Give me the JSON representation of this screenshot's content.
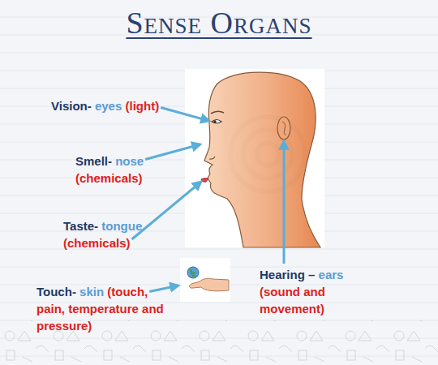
{
  "diagram": {
    "title": "Sense Organs",
    "labels": [
      "Vision-",
      "eyes",
      "(light)",
      "Smell-",
      "nose",
      "(chemicals)",
      "Taste-",
      "tongue",
      "(chemicals)",
      "Touch-",
      "skin",
      "(touch, pain, temperature and pressure)",
      "Hearing –",
      "ears",
      "(sound and movement)"
    ]
  }
}
